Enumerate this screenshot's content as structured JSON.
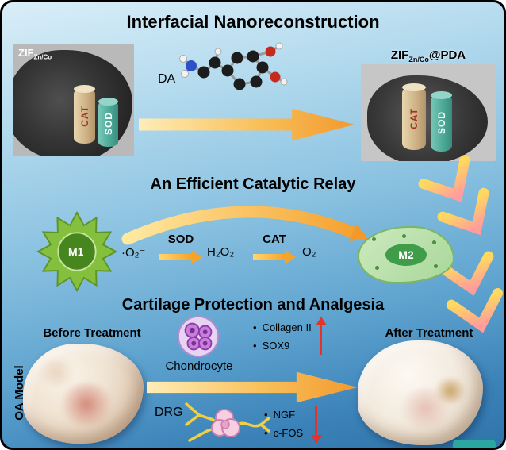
{
  "colors": {
    "background_top": "#d9eef8",
    "background_bottom": "#2f74a9",
    "arrow_orange": "#f2992e",
    "arrow_yellow": "#ffedb8",
    "marker_red": "#e63229",
    "m1_green": "#85bf3e",
    "m2_green": "#3f9d4a",
    "cat_tan": "#cdb184",
    "sod_teal": "#3a8d7d",
    "chondrocyte_purple": "#a34fc3"
  },
  "top": {
    "title": "Interfacial Nanoreconstruction",
    "zif": {
      "main": "ZIF",
      "sub": "Zn/Co"
    },
    "zif_pda": {
      "main": "ZIF",
      "sub": "Zn/Co",
      "suffix": "@PDA"
    },
    "da": "DA",
    "cat": "CAT",
    "sod": "SOD"
  },
  "relay": {
    "title": "An Efficient Catalytic Relay",
    "m1": "M1",
    "m2": "M2",
    "superoxide": "·O₂⁻",
    "sod_enzyme": "SOD",
    "h2o2": "H₂O₂",
    "cat_enzyme": "CAT",
    "o2": "O₂"
  },
  "bottom": {
    "title": "Cartilage Protection and Analgesia",
    "oa_model": "OA Model",
    "before": "Before Treatment",
    "after": "After Treatment",
    "chondrocyte": "Chondrocyte",
    "bullet": "•",
    "chondrocyte_markers": [
      "Collagen II",
      "SOX9"
    ],
    "drg": "DRG",
    "drg_markers": [
      "NGF",
      "c-FOS"
    ]
  }
}
